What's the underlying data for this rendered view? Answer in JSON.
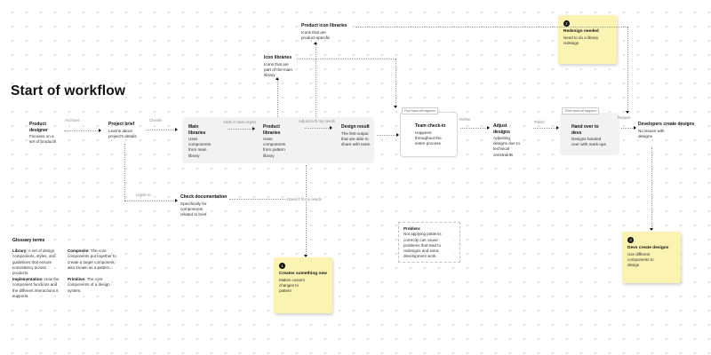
{
  "page": {
    "title": "Start of workflow"
  },
  "nodes": {
    "product_designer": {
      "title": "Product designer",
      "desc": "Focuses on a set of products"
    },
    "project_brief": {
      "title": "Project brief",
      "desc": "Learns about project's details"
    },
    "main_libraries": {
      "title": "Main libraries",
      "desc": "Uses components from main library"
    },
    "product_libraries": {
      "title": "Product libraries",
      "desc": "Uses components from pattern library"
    },
    "design_result": {
      "title": "Design result",
      "desc": "The first output that are able to share with team"
    },
    "team_checkin": {
      "tag": "First hand-off happens",
      "title": "Team check-in",
      "desc": "Happens throughout the entire process"
    },
    "adjust_designs": {
      "title": "Adjust designs",
      "desc": "Adjusting designs due to technical constraints"
    },
    "hand_over": {
      "tag": "Third hand-off happens",
      "title": "Hand over to devs",
      "desc": "Designs handed over with mark-ups"
    },
    "developers": {
      "title": "Developers create designs",
      "desc": "No issues with designs"
    },
    "check_documentation": {
      "title": "Check documentation",
      "desc": "Specifically for components related to brief"
    },
    "product_icon_libraries": {
      "title": "Product icon libraries",
      "desc": "Icons that are product-specific"
    },
    "icon_libraries": {
      "title": "Icon libraries",
      "desc": "Icons that are part of the main library"
    }
  },
  "edges": {
    "archives": "Archives",
    "checks": "Checks",
    "adds_in_base_styles": "Adds in base styles",
    "adjust_to_fit": "Adjust to fit my needs",
    "refine": "Refine",
    "polish": "Polish",
    "repeat": "Repeat",
    "leads_to": "Leads to",
    "doesnt_fit": "Doesn't fit my needs"
  },
  "stickies": {
    "creates_something_new": {
      "badge": "1",
      "title": "Creates something new",
      "desc": "Makes custom changes to pattern"
    },
    "redesign_needed": {
      "badge": "2",
      "title": "Redesign needed",
      "desc": "Need to do a library redesign"
    },
    "devs_create_designs": {
      "badge": "3",
      "title": "Devs create designs",
      "desc": "Use different components to design"
    }
  },
  "problem": {
    "title": "Problem:",
    "body": "Not applying patterns correctly can cause problems that lead to redesigns and extra development work."
  },
  "glossary": {
    "heading": "Glossary terms",
    "entries": [
      {
        "term": "Library:",
        "def": "A set of design components, styles, and guidelines that ensure consistency across products."
      },
      {
        "term": "Composite:",
        "def": "The core components put together to create a larger component, also known as a pattern."
      },
      {
        "term": "Implementation:",
        "def": "How the component functions and the different interactions it supports."
      },
      {
        "term": "Primitive:",
        "def": "The core components of a design system."
      }
    ]
  },
  "colors": {
    "sticky": "#FBF3B2",
    "panel": "#F2F2F2",
    "background": "#FFFFFF",
    "dot_grid": "#D9D9D9",
    "text": "#111111"
  }
}
